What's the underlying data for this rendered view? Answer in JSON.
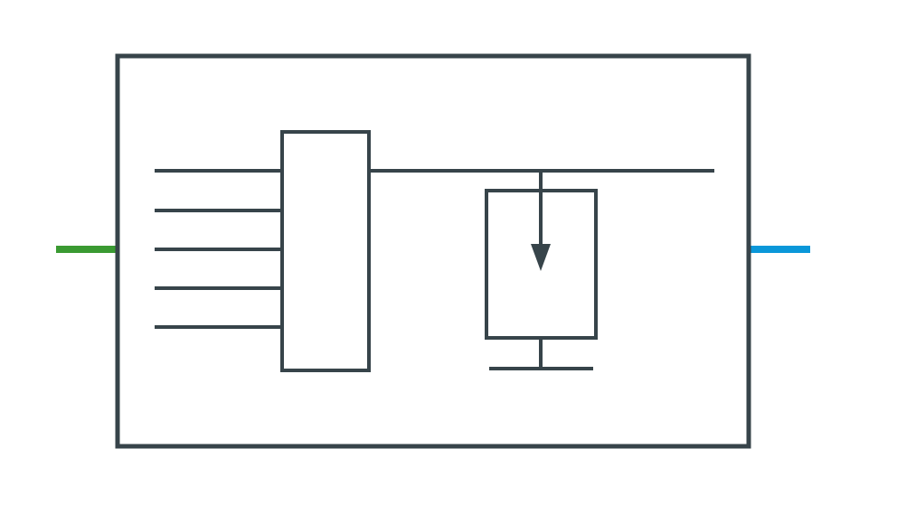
{
  "diagram": {
    "colors": {
      "stroke": "#37444a",
      "input_port": "#3a9a32",
      "output_port": "#0a97d9",
      "background": "#ffffff"
    },
    "components": {
      "enclosure": "block",
      "multiplexer": {
        "input_lines": 5
      },
      "output_bus": "line",
      "sample_holder": {
        "arrow_direction": "down",
        "ground": true
      },
      "input_port": "left",
      "output_port": "right"
    }
  }
}
